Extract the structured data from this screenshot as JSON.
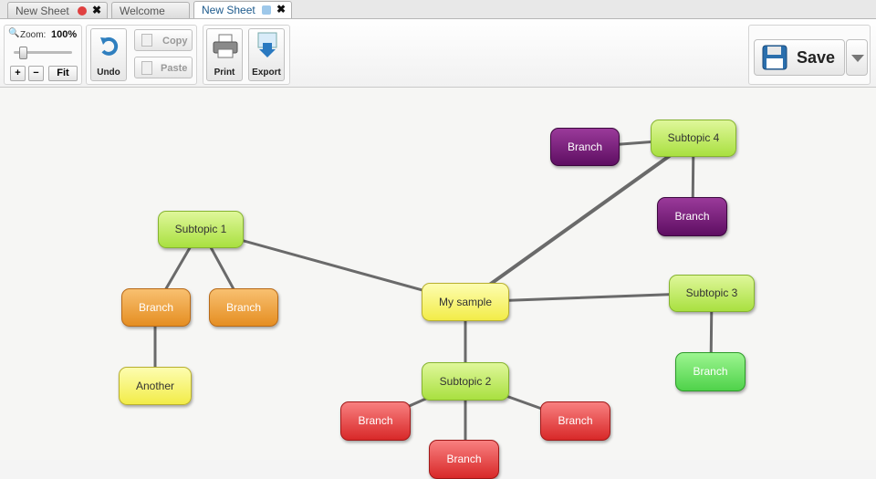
{
  "tabs": [
    {
      "label": "New Sheet",
      "close": "✖"
    },
    {
      "label": "Welcome"
    },
    {
      "label": "New Sheet",
      "close": "✖"
    }
  ],
  "toolbar": {
    "zoom_label": "Zoom:",
    "zoom_value": "100%",
    "zoom_in": "+",
    "zoom_out": "−",
    "fit": "Fit",
    "undo": "Undo",
    "copy": "Copy",
    "paste": "Paste",
    "print": "Print",
    "export": "Export",
    "save": "Save"
  },
  "mindmap": {
    "root": "My sample",
    "subtopic1": "Subtopic 1",
    "subtopic2": "Subtopic 2",
    "subtopic3": "Subtopic 3",
    "subtopic4": "Subtopic 4",
    "s1_branch_a": "Branch",
    "s1_branch_b": "Branch",
    "s1_another": "Another",
    "s2_branch_a": "Branch",
    "s2_branch_b": "Branch",
    "s2_branch_c": "Branch",
    "s3_branch": "Branch",
    "s4_branch_a": "Branch",
    "s4_branch_b": "Branch"
  },
  "colors": {
    "root": "#f2ec48",
    "subtopic": "#a9e040",
    "orange_branch": "#e58e22",
    "purple_branch": "#5e0e62",
    "red_branch": "#d82828",
    "green_branch": "#4fd24a"
  }
}
